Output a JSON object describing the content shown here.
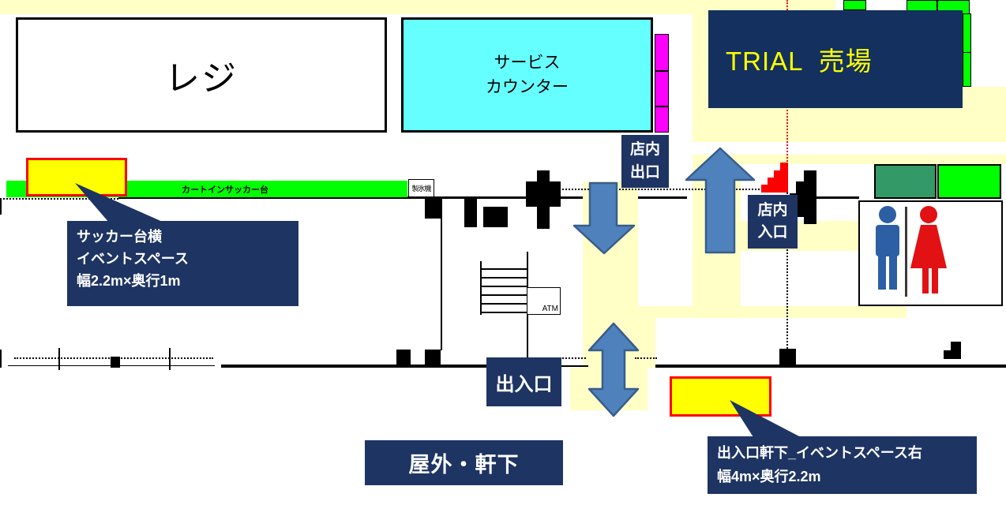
{
  "colors": {
    "navy": "#1E3463",
    "trial_navy": "#14305F",
    "trial_text": "#FFFF00",
    "path_yellow": "#FFFFC6",
    "highlight_yellow": "#FFFF00",
    "highlight_border": "#FF0000",
    "bright_green": "#00FF00",
    "dark_green": "#339966",
    "cyan": "#66FFFF",
    "magenta": "#FF00FF",
    "arrow_blue": "#4F81BD",
    "arrow_border": "#385D8A",
    "restroom_man_blue": "#2D5FA5",
    "restroom_woman_red": "#E11114",
    "guide_line_red": "#FF0000"
  },
  "icons": {
    "store_entrance_arrow": "arrow-up",
    "store_exit_arrow": "arrow-down",
    "doorway_arrow": "arrow-up-down",
    "restroom_men": "man-icon",
    "restroom_women": "woman-icon"
  },
  "areas": {
    "register": {
      "label": "レジ"
    },
    "service_counter": {
      "line1": "サービス",
      "line2": "カウンター"
    },
    "trial_floor": {
      "label": "TRIAL  売場"
    },
    "cart_soccer_stand": {
      "label": "カートインサッカー台"
    },
    "ice_machine": {
      "label": "製氷機"
    },
    "atm": {
      "label": "ATM"
    },
    "outdoor_eaves": {
      "label": "屋外・軒下"
    }
  },
  "doors": {
    "store_exit": {
      "line1": "店内",
      "line2": "出口"
    },
    "store_entrance": {
      "line1": "店内",
      "line2": "入口"
    },
    "entrance_exit": {
      "label": "出入口"
    }
  },
  "callouts": {
    "soccer_stand_side": {
      "lines": [
        "サッカー台横",
        "イベントスペース",
        "幅2.2m×奥行1m"
      ]
    },
    "entrance_eaves_right": {
      "lines": [
        "出入口軒下_イベントスペース右",
        "幅4m×奥行2.2m"
      ]
    }
  }
}
